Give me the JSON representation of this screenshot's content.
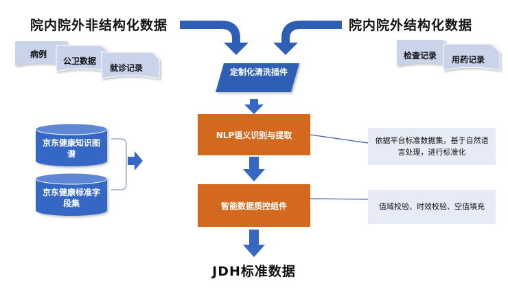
{
  "sources": {
    "unstructured_title": "院内院外非结构化数据",
    "structured_title": "院内院外结构化数据",
    "unstructured_docs": [
      "病例",
      "公卫数据",
      "就诊记录"
    ],
    "structured_docs": [
      "检查记录",
      "用药记录"
    ]
  },
  "plugin": {
    "label": "定制化清洗插件"
  },
  "knowledge": {
    "items": [
      "京东健康知识图谱",
      "京东健康标准字段集"
    ]
  },
  "steps": [
    {
      "label": "NLP语义识别与提取",
      "note": "依据平台标准数据集，基于自然语言处理，进行标准化"
    },
    {
      "label": "智能数据质控组件",
      "note": "值域校验、时效校验、空值填充"
    }
  ],
  "output": {
    "label": "JDH标准数据"
  },
  "colors": {
    "arrow": "#2f5fb5",
    "doc": "#c9d3ea",
    "process": "#d2691e",
    "note_bg": "#e6ebf5",
    "plugin": "#2f5fb5",
    "cylinder": "#3468c4"
  }
}
